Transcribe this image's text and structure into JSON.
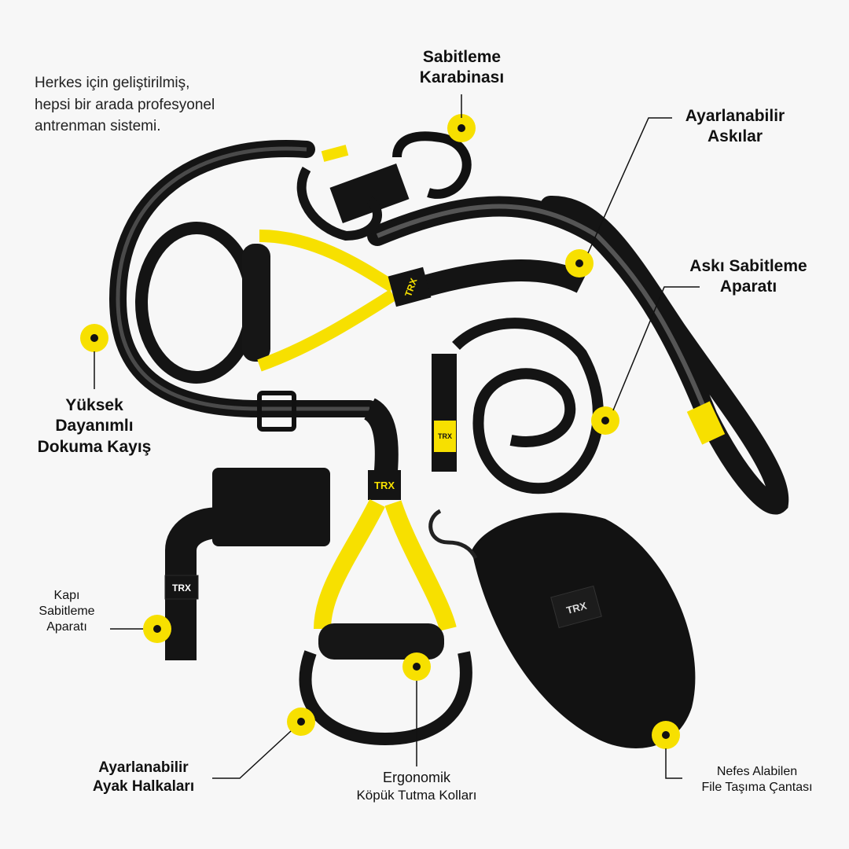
{
  "intro": {
    "lines": [
      "Herkes için geliştirilmiş,",
      "hepsi bir arada profesyonel",
      "antrenman sistemi."
    ]
  },
  "brand": {
    "logo_text": "TRX",
    "accent": "#f7e000",
    "strap": "#141414",
    "stripe": "#4a4a4a"
  },
  "callouts": {
    "anchor_carabiner": [
      "Sabitleme",
      "Karabinası"
    ],
    "adjustable_straps": [
      "Ayarlanabilir",
      "Askılar"
    ],
    "strap_anchor": [
      "Askı Sabitleme",
      "Aparatı"
    ],
    "webbing": [
      "Yüksek",
      "Dayanımlı",
      "Dokuma Kayış"
    ],
    "door_anchor": [
      "Kapı",
      "Sabitleme",
      "Aparatı"
    ],
    "foot_cradles": [
      "Ayarlanabilir",
      "Ayak Halkaları"
    ],
    "foam_handles": [
      "Ergonomik",
      "Köpük Tutma Kolları"
    ],
    "mesh_bag": [
      "Nefes Alabilen",
      "File Taşıma Çantası"
    ]
  }
}
